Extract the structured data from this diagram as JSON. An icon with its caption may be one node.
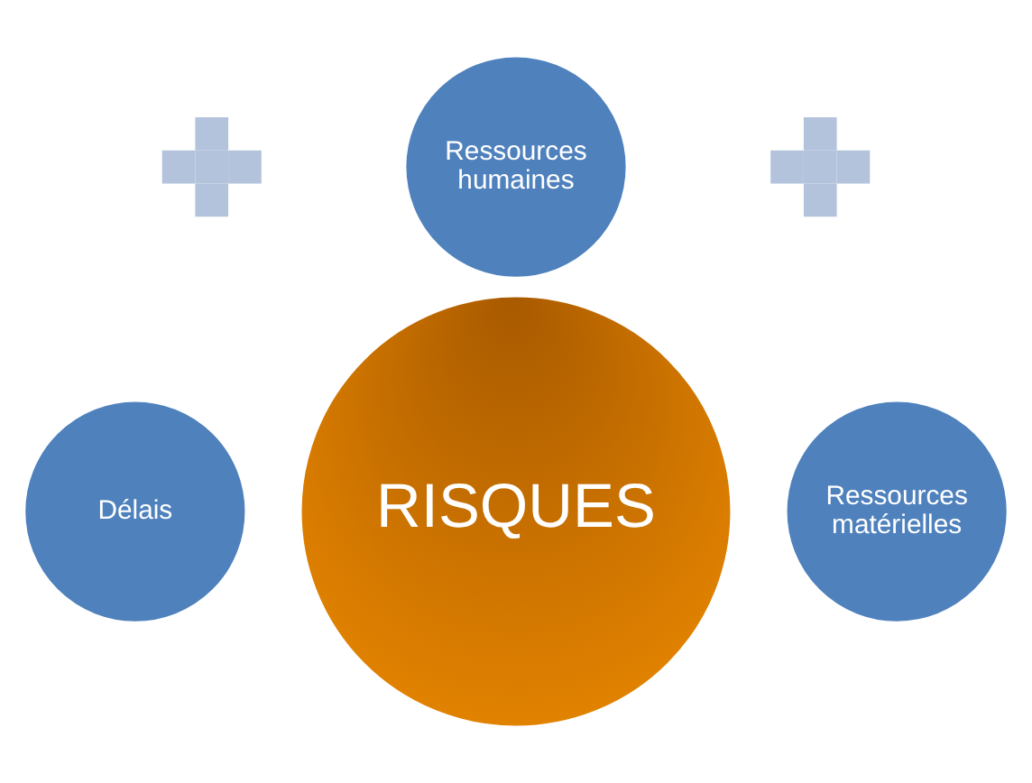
{
  "diagram": {
    "nodes": [
      {
        "text": [
          "Ressources humaines"
        ]
      },
      {
        "text": [],
        "shape": "plus"
      },
      {
        "text": [],
        "shape": "plus"
      },
      {
        "text": [
          "Délais"
        ]
      },
      {
        "text": [
          "RISQUES"
        ]
      },
      {
        "text": [
          "Ressources matérielles"
        ]
      }
    ]
  }
}
